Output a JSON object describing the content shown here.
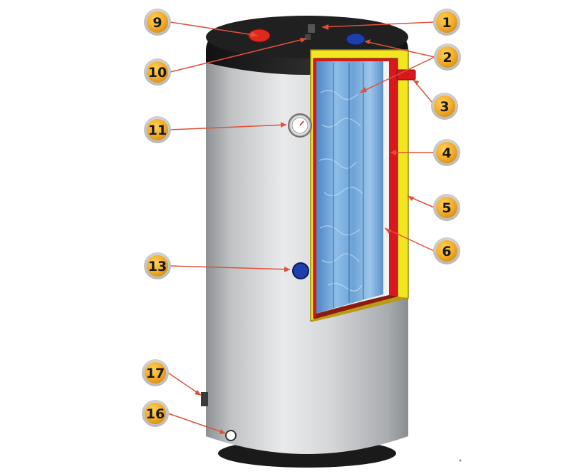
{
  "diagram": {
    "subject": "boiler-tank-cutaway",
    "callouts": [
      {
        "id": "1",
        "label": "1"
      },
      {
        "id": "2",
        "label": "2"
      },
      {
        "id": "3",
        "label": "3"
      },
      {
        "id": "4",
        "label": "4"
      },
      {
        "id": "5",
        "label": "5"
      },
      {
        "id": "6",
        "label": "6"
      },
      {
        "id": "9",
        "label": "9"
      },
      {
        "id": "10",
        "label": "10"
      },
      {
        "id": "11",
        "label": "11"
      },
      {
        "id": "13",
        "label": "13"
      },
      {
        "id": "16",
        "label": "16"
      },
      {
        "id": "17",
        "label": "17"
      }
    ]
  },
  "colors": {
    "badge_fill": "#f3ad2a",
    "badge_ring": "#d9d9d9",
    "leader": "#e0503a",
    "casing": "#c9cbcd",
    "insulation": "#f1e61f",
    "heater": "#d7191f",
    "water": "#7eb0dd",
    "top_cap": "#1c1c1c",
    "hot_connector": "#e0281f",
    "cold_connector": "#1d3fae"
  }
}
